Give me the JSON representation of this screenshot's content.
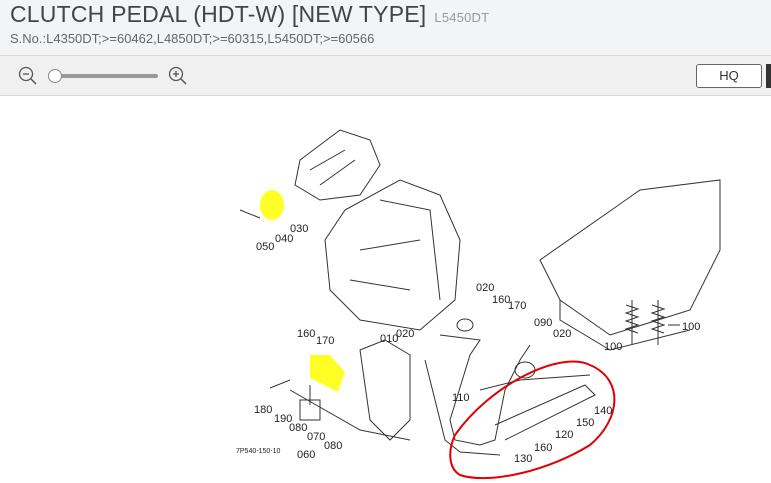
{
  "header": {
    "title": "CLUTCH PEDAL (HDT-W) [NEW TYPE]",
    "model": "L5450DT",
    "serial": "S.No.:L4350DT;>=60462,L4850DT;>=60315,L5450DT;>=60566"
  },
  "toolbar": {
    "hq_label": "HQ",
    "zoom_level": 0
  },
  "diagram": {
    "drawing_code": "7P540-150-10",
    "labels": [
      "030",
      "040",
      "050",
      "020",
      "160",
      "170",
      "090",
      "020",
      "010",
      "020",
      "160",
      "170",
      "110",
      "180",
      "190",
      "080",
      "070",
      "080",
      "060",
      "140",
      "150",
      "120",
      "160",
      "130",
      "100",
      "100"
    ],
    "highlight_color": "#ffff00",
    "annotation_color": "#e00000"
  }
}
